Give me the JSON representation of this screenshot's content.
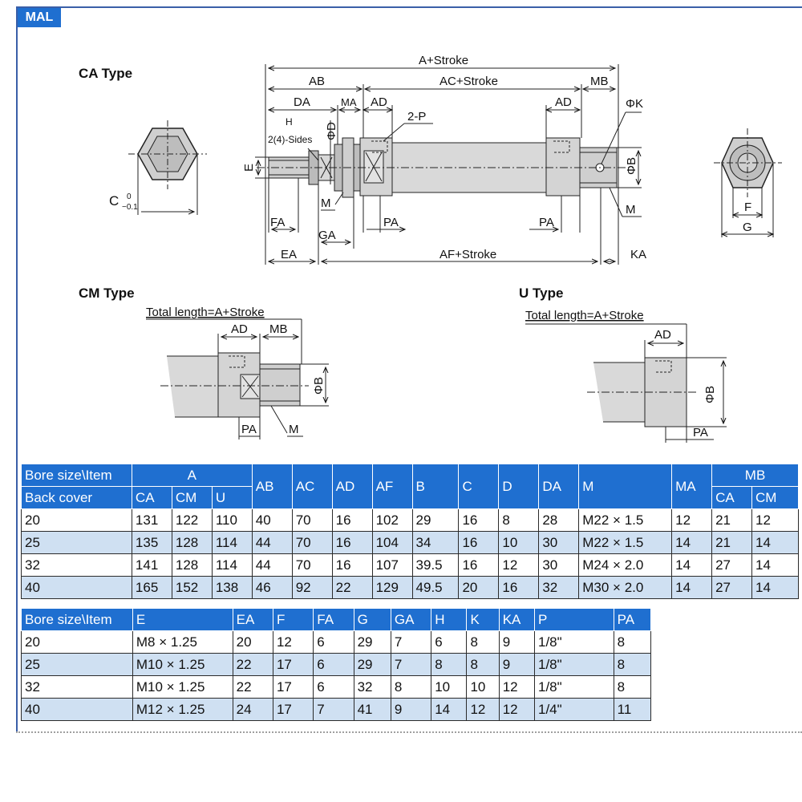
{
  "header": {
    "tag": "MAL"
  },
  "labels": {
    "ca": "CA Type",
    "cm": "CM Type",
    "u": "U Type"
  },
  "ca_dims": {
    "a_stroke": "A+Stroke",
    "ab": "AB",
    "ac_stroke": "AC+Stroke",
    "mb": "MB",
    "da": "DA",
    "ma": "MA",
    "ad1": "AD",
    "ad2": "AD",
    "p2": "2-P",
    "phik": "ΦK",
    "h": "H",
    "sides": "2(4)-Sides",
    "phid": "ΦD",
    "e": "E",
    "phib": "ΦB",
    "m1": "M",
    "m2": "M",
    "fa": "FA",
    "ga": "GA",
    "pa1": "PA",
    "pa2": "PA",
    "ea": "EA",
    "af_stroke": "AF+Stroke",
    "ka": "KA",
    "c": "C",
    "c_tol_top": "0",
    "c_tol_bot": "−0.1",
    "f": "F",
    "g": "G"
  },
  "cm_dims": {
    "total": "Total length=A+Stroke",
    "ad": "AD",
    "mb": "MB",
    "phib": "ΦB",
    "pa": "PA",
    "m": "M"
  },
  "u_dims": {
    "total": "Total length=A+Stroke",
    "ad": "AD",
    "phib": "ΦB",
    "pa": "PA"
  },
  "table1": {
    "h_bore": "Bore size\\Item",
    "h_back": "Back cover",
    "h_a": "A",
    "h_ca": "CA",
    "h_cm": "CM",
    "h_u": "U",
    "h_ab": "AB",
    "h_ac": "AC",
    "h_ad": "AD",
    "h_af": "AF",
    "h_b": "B",
    "h_c": "C",
    "h_d": "D",
    "h_da": "DA",
    "h_m": "M",
    "h_ma": "MA",
    "h_mb": "MB",
    "h_mbca": "CA",
    "h_mbcm": "CM",
    "rows": [
      [
        "20",
        "131",
        "122",
        "110",
        "40",
        "70",
        "16",
        "102",
        "29",
        "16",
        "8",
        "28",
        "M22 × 1.5",
        "12",
        "21",
        "12"
      ],
      [
        "25",
        "135",
        "128",
        "114",
        "44",
        "70",
        "16",
        "104",
        "34",
        "16",
        "10",
        "30",
        "M22 × 1.5",
        "14",
        "21",
        "14"
      ],
      [
        "32",
        "141",
        "128",
        "114",
        "44",
        "70",
        "16",
        "107",
        "39.5",
        "16",
        "12",
        "30",
        "M24 × 2.0",
        "14",
        "27",
        "14"
      ],
      [
        "40",
        "165",
        "152",
        "138",
        "46",
        "92",
        "22",
        "129",
        "49.5",
        "20",
        "16",
        "32",
        "M30 × 2.0",
        "14",
        "27",
        "14"
      ]
    ]
  },
  "table2": {
    "headers": [
      "Bore size\\Item",
      "E",
      "EA",
      "F",
      "FA",
      "G",
      "GA",
      "H",
      "K",
      "KA",
      "P",
      "PA"
    ],
    "rows": [
      [
        "20",
        "M8 × 1.25",
        "20",
        "12",
        "6",
        "29",
        "7",
        "6",
        "8",
        "9",
        "1/8\"",
        "8"
      ],
      [
        "25",
        "M10 × 1.25",
        "22",
        "17",
        "6",
        "29",
        "7",
        "8",
        "8",
        "9",
        "1/8\"",
        "8"
      ],
      [
        "32",
        "M10 × 1.25",
        "22",
        "17",
        "6",
        "32",
        "8",
        "10",
        "10",
        "12",
        "1/8\"",
        "8"
      ],
      [
        "40",
        "M12 × 1.25",
        "24",
        "17",
        "7",
        "41",
        "9",
        "14",
        "12",
        "12",
        "1/4\"",
        "11"
      ]
    ]
  },
  "colors": {
    "header_bg": "#1f6fd0",
    "alt_row": "#cfe0f2",
    "cylinder": "#d9d9d9",
    "frame": "#3a5fa8"
  }
}
